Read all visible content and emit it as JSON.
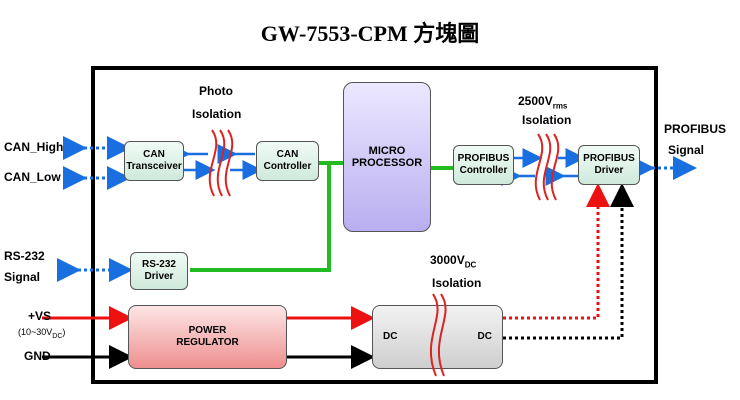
{
  "title": "GW-7553-CPM 方塊圖",
  "labels": {
    "can_high": "CAN_High",
    "can_low": "CAN_Low",
    "rs232_line1": "RS-232",
    "rs232_line2": "Signal",
    "vs": "+VS",
    "vs_range_prefix": "(10~30V",
    "vs_range_sub": "DC",
    "vs_range_suffix": ")",
    "gnd": "GND",
    "photo": "Photo",
    "photo_isolation": "Isolation",
    "iso2500_prefix": "2500V",
    "iso2500_sub": "rms",
    "iso2500_isolation": "Isolation",
    "iso3000_prefix": "3000V",
    "iso3000_sub": "DC",
    "iso3000_isolation": "Isolation",
    "profibus_signal_line1": "PROFIBUS",
    "profibus_signal_line2": "Signal"
  },
  "blocks": {
    "can_transceiver": [
      "CAN",
      "Transceiver"
    ],
    "can_controller": [
      "CAN",
      "Controller"
    ],
    "micro_processor": [
      "MICRO",
      "PROCESSOR"
    ],
    "profibus_controller": [
      "PROFIBUS",
      "Controller"
    ],
    "profibus_driver": [
      "PROFIBUS",
      "Driver"
    ],
    "rs232_driver": [
      "RS-232",
      "Driver"
    ],
    "power_regulator": [
      "POWER",
      "REGULATOR"
    ],
    "dc_left": "DC",
    "dc_right": "DC"
  },
  "colors": {
    "arrow_blue": "#1a6fe0",
    "bus_green": "#22bb22",
    "power_red": "#ee1111",
    "ground_black": "#000000",
    "isolation_red": "#dd2222"
  }
}
